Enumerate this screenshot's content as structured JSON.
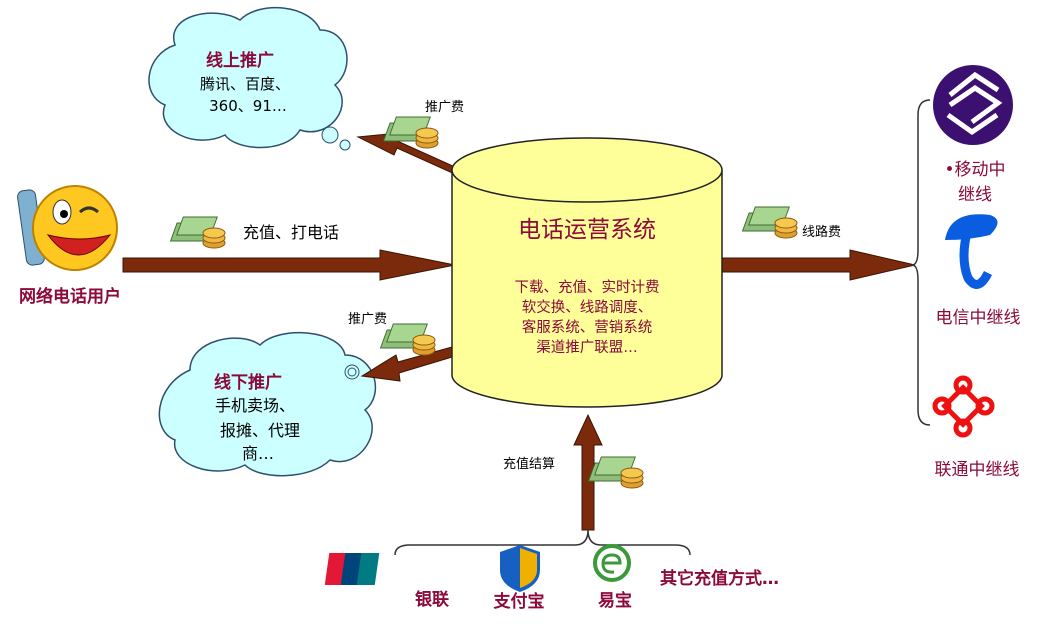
{
  "online_promo": {
    "title": "线上推广",
    "lines": [
      "腾讯、百度、",
      "360、91…"
    ]
  },
  "offline_promo": {
    "title": "线下推广",
    "lines": [
      "手机卖场、",
      "报摊、代理",
      "商…"
    ]
  },
  "user": {
    "label": "网络电话用户",
    "icon": "smiley-phone-icon"
  },
  "flows": {
    "recharge_call": "充值、打电话",
    "promo_fee_top": "推广费",
    "promo_fee_bottom": "推广费",
    "line_fee": "线路费",
    "recharge_settle": "充值结算"
  },
  "system": {
    "title": "电话运营系统",
    "lines": [
      "下载、充值、实时计费",
      "软交换、线路调度、",
      "客服系统、营销系统",
      "渠道推广联盟…"
    ]
  },
  "carriers": [
    {
      "label_lines": [
        "•移动中",
        "继线"
      ],
      "icon": "china-mobile-logo",
      "color": "#3B1070"
    },
    {
      "label": "电信中继线",
      "icon": "china-telecom-logo",
      "color": "#0A5CE0"
    },
    {
      "label": "联通中继线",
      "icon": "china-unicom-logo",
      "color": "#EE1111"
    }
  ],
  "payments": [
    {
      "label": "银联",
      "logo_text": "UnionPay",
      "logo_sub": "银联"
    },
    {
      "label": "支付宝",
      "icon": "alipay-shield-icon"
    },
    {
      "label": "易宝",
      "icon": "yeepay-icon"
    },
    {
      "label": "其它充值方式…"
    }
  ],
  "colors": {
    "text": "#8B0A3A",
    "arrow": "#7B2A0C",
    "cloud": "#CCFFFF",
    "cylinder": "#FFFF99"
  }
}
